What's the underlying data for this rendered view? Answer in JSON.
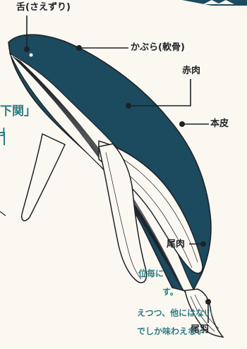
{
  "labels": {
    "tongue": "舌(さえずり)",
    "kabura": "かぶら(軟骨)",
    "akaniku": "赤肉",
    "honkawa": "本皮",
    "oniku": "尾肉",
    "obane": "尾羽"
  },
  "side_text": {
    "heading_fragment": "下関」",
    "bracket_fragment": "」",
    "line1": "位毎に",
    "line2": "す。",
    "line3": "えつつ、他にはない",
    "line4": "でしか味わえない"
  },
  "colors": {
    "whale_body": "#1c4a5f",
    "ink": "#1d2227",
    "accent_text": "#2d7d86",
    "paper": "#fbf8f1"
  }
}
